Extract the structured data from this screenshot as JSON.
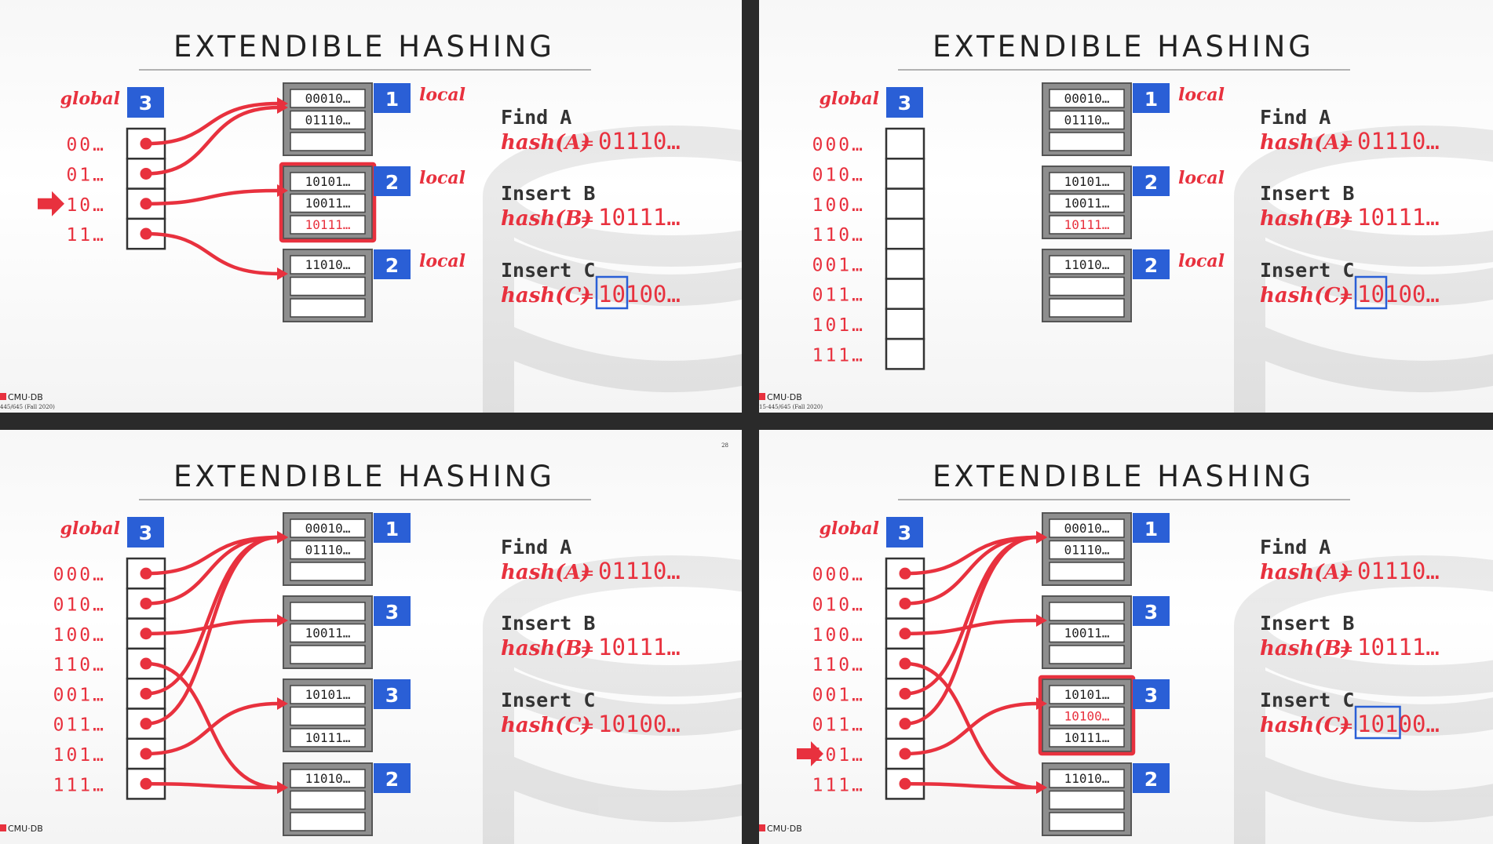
{
  "slide_title": "EXTENDIBLE HASHING",
  "page_number": "28",
  "footer": {
    "logo": "CMU·DB",
    "course": "15-445/645 (Fall 2020)",
    "course_cut": "445/645 (Fall 2020)"
  },
  "labels": {
    "global": "global",
    "local": "local"
  },
  "ops": {
    "find_a": "Find A",
    "hash_a": "hash(A)",
    "val_a": "01110…",
    "insert_b": "Insert B",
    "hash_b": "hash(B)",
    "val_b": "10111…",
    "insert_c": "Insert C",
    "hash_c": "hash(C)",
    "val_c": "10100…",
    "c_pre_2": "10",
    "c_post_2": "100…",
    "c_pre_3": "101",
    "c_post_3": "00…",
    "eq": "="
  },
  "panels": [
    {
      "global_depth": "3",
      "dir_labels": [
        "00…",
        "01…",
        "10…",
        "11…"
      ],
      "arrow_row": 2,
      "show_page_number": false,
      "buckets": [
        {
          "depth": "1",
          "slots": [
            "00010…",
            "01110…",
            ""
          ],
          "local": true
        },
        {
          "depth": "2",
          "slots": [
            "10101…",
            "10011…",
            "10111…"
          ],
          "local": true,
          "highlight": true
        },
        {
          "depth": "2",
          "slots": [
            "11010…",
            "",
            ""
          ],
          "local": true
        }
      ],
      "wires": [
        [
          0,
          0
        ],
        [
          1,
          0
        ],
        [
          2,
          1
        ],
        [
          3,
          2
        ]
      ],
      "c_mode": "2"
    },
    {
      "global_depth": "3",
      "dir_labels": [
        "000…",
        "010…",
        "100…",
        "110…",
        "001…",
        "011…",
        "101…",
        "111…"
      ],
      "arrow_row": -1,
      "show_page_number": false,
      "buckets": [
        {
          "depth": "1",
          "slots": [
            "00010…",
            "01110…",
            ""
          ],
          "local": true
        },
        {
          "depth": "2",
          "slots": [
            "10101…",
            "10011…",
            "10111…"
          ],
          "local": true
        },
        {
          "depth": "2",
          "slots": [
            "11010…",
            "",
            ""
          ],
          "local": true
        }
      ],
      "wires": [],
      "c_mode": "2"
    },
    {
      "global_depth": "3",
      "dir_labels": [
        "000…",
        "010…",
        "100…",
        "110…",
        "001…",
        "011…",
        "101…",
        "111…"
      ],
      "arrow_row": -1,
      "show_page_number": true,
      "buckets": [
        {
          "depth": "1",
          "slots": [
            "00010…",
            "01110…",
            ""
          ],
          "local": false
        },
        {
          "depth": "3",
          "slots": [
            "",
            "10011…",
            ""
          ],
          "local": false
        },
        {
          "depth": "3",
          "slots": [
            "10101…",
            "",
            "10111…"
          ],
          "local": false
        },
        {
          "depth": "2",
          "slots": [
            "11010…",
            "",
            ""
          ],
          "local": false
        }
      ],
      "wires": [
        [
          0,
          0
        ],
        [
          1,
          0
        ],
        [
          2,
          1
        ],
        [
          3,
          3
        ],
        [
          4,
          0
        ],
        [
          5,
          0
        ],
        [
          6,
          2
        ],
        [
          7,
          3
        ]
      ],
      "c_mode": "none"
    },
    {
      "global_depth": "3",
      "dir_labels": [
        "000…",
        "010…",
        "100…",
        "110…",
        "001…",
        "011…",
        "101…",
        "111…"
      ],
      "arrow_row": 6,
      "show_page_number": false,
      "buckets": [
        {
          "depth": "1",
          "slots": [
            "00010…",
            "01110…",
            ""
          ],
          "local": false
        },
        {
          "depth": "3",
          "slots": [
            "",
            "10011…",
            ""
          ],
          "local": false
        },
        {
          "depth": "3",
          "slots": [
            "10101…",
            "10100…",
            "10111…"
          ],
          "local": false,
          "highlight": true,
          "red_slot": 1
        },
        {
          "depth": "2",
          "slots": [
            "11010…",
            "",
            ""
          ],
          "local": false
        }
      ],
      "wires": [
        [
          0,
          0
        ],
        [
          1,
          0
        ],
        [
          2,
          1
        ],
        [
          3,
          3
        ],
        [
          4,
          0
        ],
        [
          5,
          0
        ],
        [
          6,
          2
        ],
        [
          7,
          3
        ]
      ],
      "c_mode": "3"
    }
  ]
}
